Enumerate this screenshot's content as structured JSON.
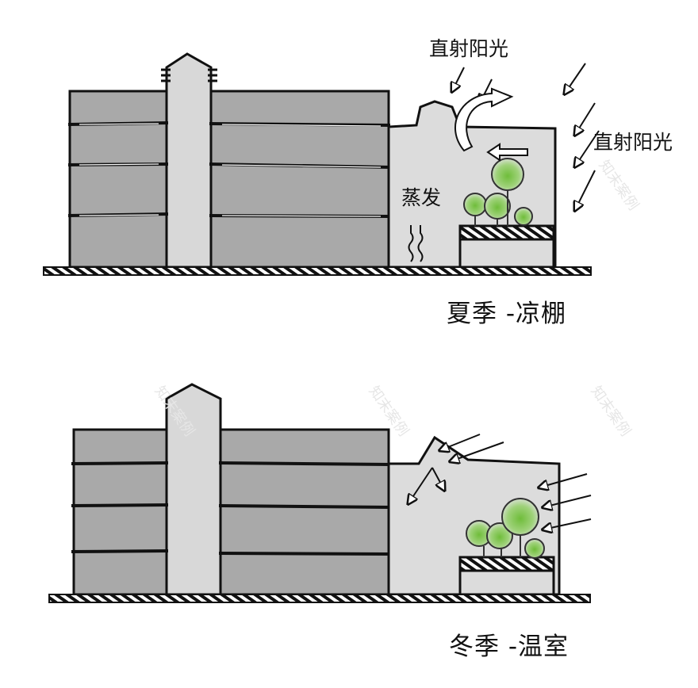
{
  "diagrams": [
    {
      "id": "summer",
      "caption": "夏季 -凉棚",
      "labels": {
        "sun_top": "直射阳光",
        "sun_side": "直射阳光",
        "evaporation": "蒸发"
      }
    },
    {
      "id": "winter",
      "caption": "冬季 -温室",
      "labels": {}
    }
  ],
  "watermark": "知末案例",
  "colors": {
    "floor_fill": "#a9a9a9",
    "core_fill": "#d8d8d8",
    "atrium_fill": "#dcdcdc",
    "tree_green": "#7cc24a",
    "ink": "#111111"
  }
}
